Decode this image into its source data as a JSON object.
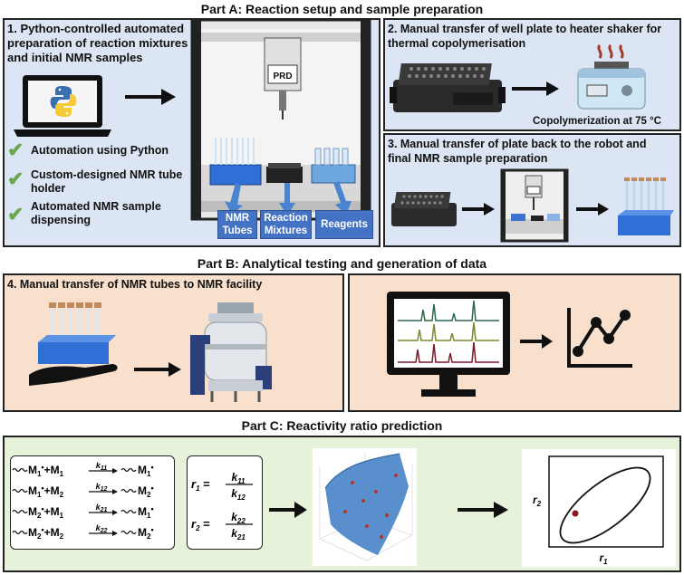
{
  "partA": {
    "title": "Part A: Reaction setup and sample preparation",
    "panel1": {
      "heading_line1": "1. Python-controlled automated",
      "heading_line2": "preparation of reaction mixtures",
      "heading_line3": "and initial NMR samples",
      "features": [
        {
          "line1": "Automation using Python",
          "line2": ""
        },
        {
          "line1": "Custom-designed NMR tube",
          "line2": "holder"
        },
        {
          "line1": "Automated NMR sample",
          "line2": "dispensing"
        }
      ],
      "robot_label": "PRD",
      "tags": [
        {
          "line1": "NMR",
          "line2": "Tubes"
        },
        {
          "line1": "Reaction",
          "line2": "Mixtures"
        },
        {
          "line1": "Reagents",
          "line2": ""
        }
      ]
    },
    "panel2": {
      "heading_line1": "2. Manual transfer of well plate to heater shaker for",
      "heading_line2": "thermal copolymerisation",
      "caption": "Copolymerization at 75 °C"
    },
    "panel3": {
      "heading_line1": "3. Manual transfer of plate back to the robot and",
      "heading_line2": "final NMR sample preparation"
    }
  },
  "partB": {
    "title": "Part B: Analytical testing and generation of data",
    "panel4": {
      "heading": "4. Manual transfer of NMR tubes to NMR facility"
    }
  },
  "partC": {
    "title": "Part C: Reactivity ratio prediction",
    "reactions": [
      {
        "left1": "M",
        "lsub1": "1",
        "dot": "•",
        "plus": "+",
        "left2": "M",
        "lsub2": "1",
        "k": "k",
        "ksub": "11",
        "prod": "M",
        "psub": "1"
      },
      {
        "left1": "M",
        "lsub1": "1",
        "dot": "•",
        "plus": "+",
        "left2": "M",
        "lsub2": "2",
        "k": "k",
        "ksub": "12",
        "prod": "M",
        "psub": "2"
      },
      {
        "left1": "M",
        "lsub1": "2",
        "dot": "•",
        "plus": "+",
        "left2": "M",
        "lsub2": "1",
        "k": "k",
        "ksub": "21",
        "prod": "M",
        "psub": "1"
      },
      {
        "left1": "M",
        "lsub1": "2",
        "dot": "•",
        "plus": "+",
        "left2": "M",
        "lsub2": "2",
        "k": "k",
        "ksub": "22",
        "prod": "M",
        "psub": "2"
      }
    ],
    "ratios": [
      {
        "r": "r",
        "rsub": "1",
        "eq": "=",
        "num": "k",
        "numsub": "11",
        "den": "k",
        "densub": "12"
      },
      {
        "r": "r",
        "rsub": "2",
        "eq": "=",
        "num": "k",
        "numsub": "22",
        "den": "k",
        "densub": "21"
      }
    ],
    "plot_axis_x": "r",
    "plot_axis_x_sub": "1",
    "plot_axis_y": "r",
    "plot_axis_y_sub": "2"
  },
  "colors": {
    "panel_blue": "#dbe5f3",
    "panel_peach": "#f8e0cc",
    "panel_green": "#e6f2da",
    "tag_blue": "#4472c4",
    "check_green": "#6aa84f"
  }
}
